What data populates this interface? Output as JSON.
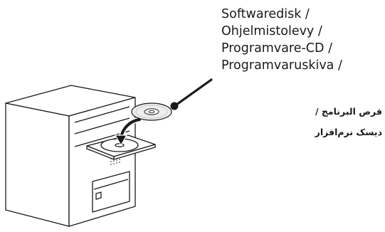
{
  "labels": {
    "lines": [
      "Softwaredisk /",
      "Ohjelmistolevy /",
      "Programvare-CD /",
      "Programvaruskiva /"
    ],
    "arabic": "قرص البرنامج /",
    "persian": "دیسک نرم‌افزار"
  },
  "colors": {
    "ink": "#1a1a1a",
    "background": "#ffffff"
  }
}
